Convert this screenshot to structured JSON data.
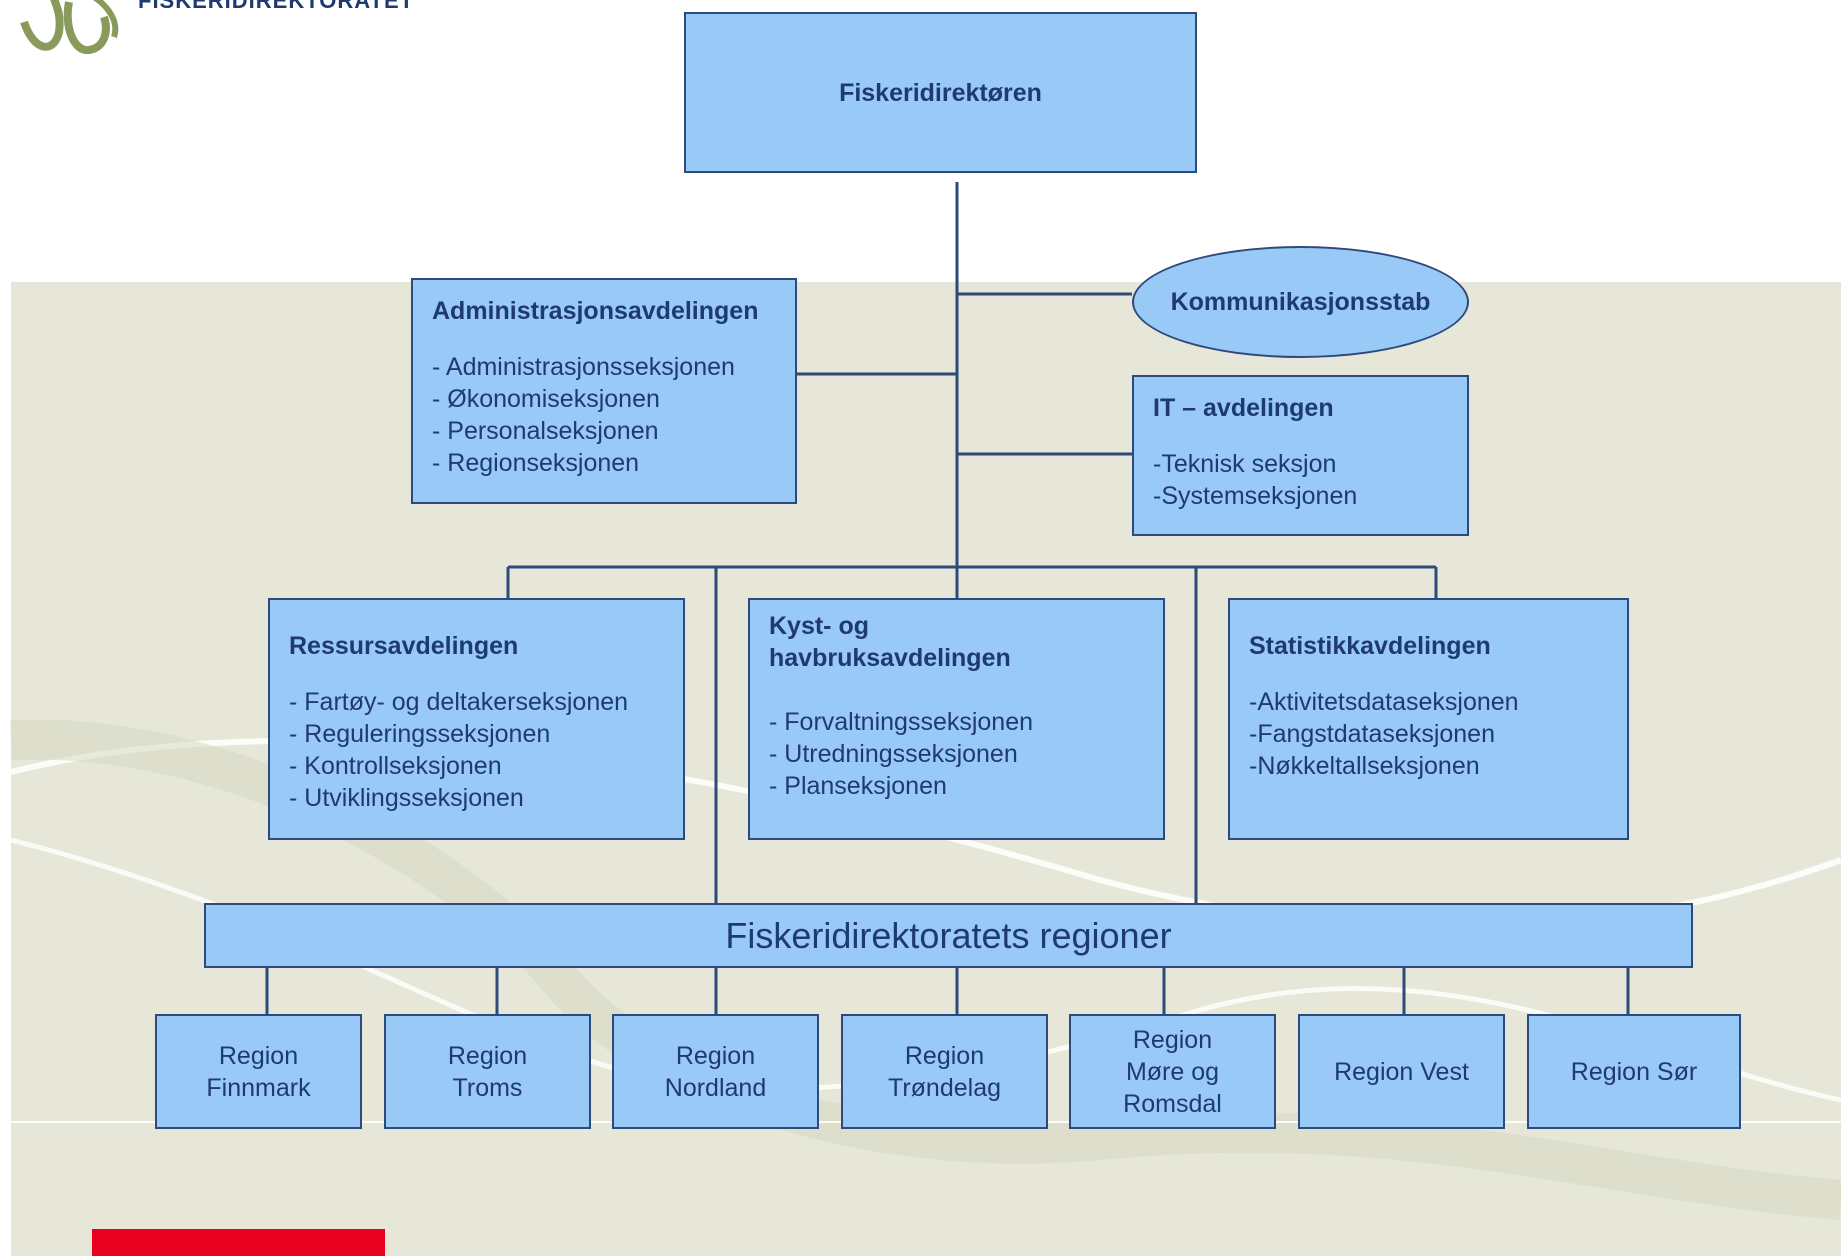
{
  "header": {
    "logo_icon": "fish-logo-icon",
    "org_name": "FISKERIDIREKTORATET"
  },
  "top": {
    "title": "Fiskeridirektøren"
  },
  "staff": {
    "title": "Kommunikasjonsstab"
  },
  "admin": {
    "title": "Administrasjonsavdelingen",
    "items": [
      "- Administrasjonsseksjonen",
      "- Økonomiseksjonen",
      "- Personalseksjonen",
      "- Regionseksjonen"
    ]
  },
  "it": {
    "title": "IT – avdelingen",
    "items": [
      "-Teknisk seksjon",
      "-Systemseksjonen"
    ]
  },
  "ressurs": {
    "title": "Ressursavdelingen",
    "items": [
      "- Fartøy- og deltakerseksjonen",
      "- Reguleringsseksjonen",
      "- Kontrollseksjonen",
      "- Utviklingsseksjonen"
    ]
  },
  "kyst": {
    "title_line1": "Kyst- og",
    "title_line2": "havbruksavdelingen",
    "items": [
      "- Forvaltningsseksjonen",
      "- Utredningsseksjonen",
      "- Planseksjonen"
    ]
  },
  "statistikk": {
    "title": "Statistikkavdelingen",
    "items": [
      "-Aktivitetsdataseksjonen",
      "-Fangstdataseksjonen",
      "-Nøkkeltallseksjonen"
    ]
  },
  "regions": {
    "title": "Fiskeridirektoratets regioner",
    "items": [
      "Region\nFinnmark",
      "Region\nTroms",
      "Region\nNordland",
      "Region\nTrøndelag",
      "Region\nMøre og\nRomsdal",
      "Region Vest",
      "Region Sør"
    ]
  },
  "colors": {
    "box_fill": "#99c9f7",
    "box_border": "#2e4a7a",
    "text": "#1f3a70",
    "background_band": "#e6e7d8",
    "accent_red": "#e8001f"
  }
}
